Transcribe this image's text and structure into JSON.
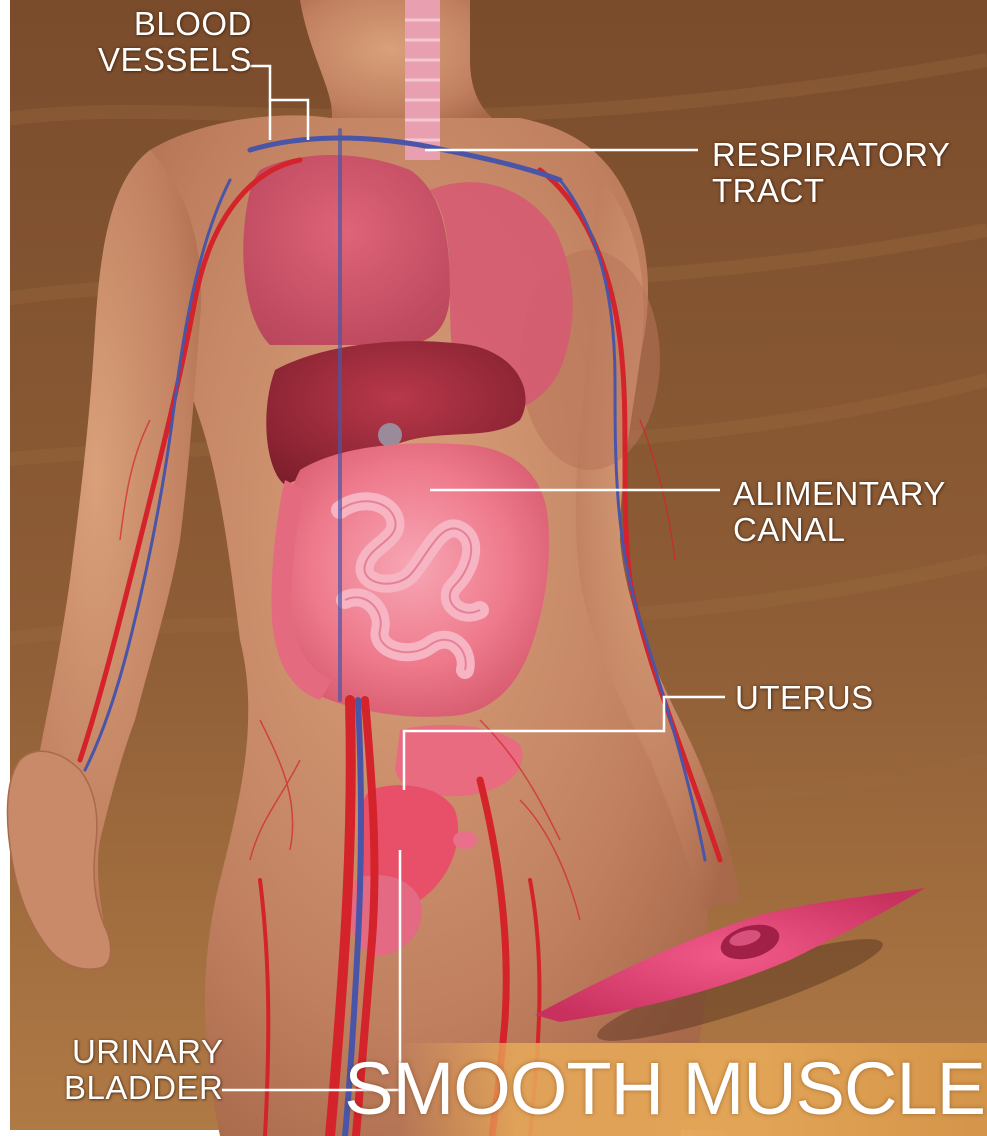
{
  "labels": {
    "blood_vessels": [
      "BLOOD",
      "VESSELS"
    ],
    "respiratory_tract": [
      "RESPIRATORY",
      "TRACT"
    ],
    "alimentary_canal": [
      "ALIMENTARY",
      "CANAL"
    ],
    "uterus": [
      "UTERUS"
    ],
    "urinary_bladder": [
      "URINARY",
      "BLADDER"
    ]
  },
  "title": "SMOOTH MUSCLE",
  "colors": {
    "background": "#8a5a35",
    "skin": "#c98a66",
    "organ_pink": "#e85a70",
    "artery_red": "#d4232a",
    "vein_blue": "#4a55a8",
    "title_band": "#e2a456",
    "leader_line": "#ffffff"
  }
}
